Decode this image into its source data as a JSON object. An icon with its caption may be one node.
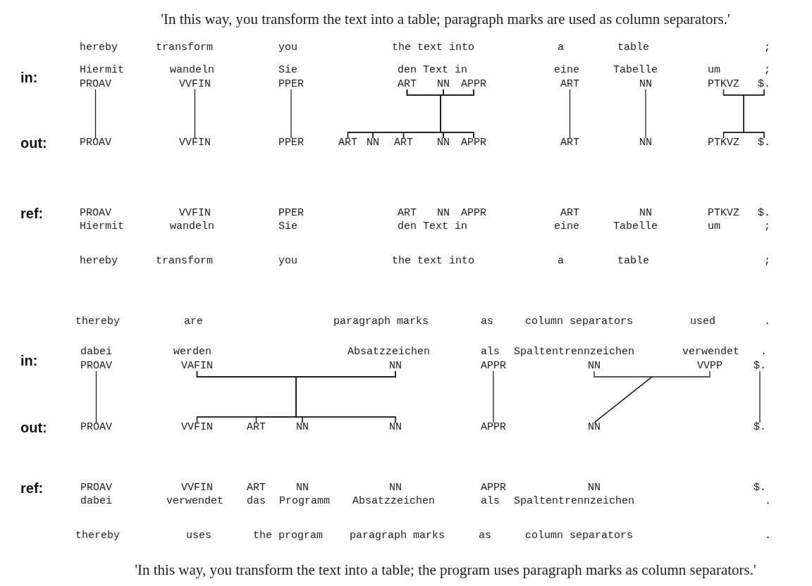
{
  "diagram": {
    "nodes": [
      {
        "text": [
          "PROAV"
        ]
      },
      {
        "text": [
          "VVFIN"
        ]
      },
      {
        "text": [
          "PPER"
        ]
      },
      {
        "text": [
          "ART"
        ]
      },
      {
        "text": [
          "NN"
        ]
      },
      {
        "text": [
          "APPR"
        ]
      },
      {
        "text": [
          "ART"
        ]
      },
      {
        "text": [
          "NN"
        ]
      },
      {
        "text": [
          "PTKVZ"
        ]
      },
      {
        "text": [
          "$."
        ]
      },
      {
        "text": [
          "PROAV"
        ]
      },
      {
        "text": [
          "VVFIN"
        ]
      },
      {
        "text": [
          "PPER"
        ]
      },
      {
        "text": [
          "ART"
        ]
      },
      {
        "text": [
          "NN"
        ]
      },
      {
        "text": [
          "ART"
        ]
      },
      {
        "text": [
          "NN"
        ]
      },
      {
        "text": [
          "APPR"
        ]
      },
      {
        "text": [
          "ART"
        ]
      },
      {
        "text": [
          "NN"
        ]
      },
      {
        "text": [
          "PTKVZ"
        ]
      },
      {
        "text": [
          "$."
        ]
      },
      {
        "text": [
          "PROAV"
        ]
      },
      {
        "text": [
          "VAFIN"
        ]
      },
      {
        "text": [
          "NN"
        ]
      },
      {
        "text": [
          "APPR"
        ]
      },
      {
        "text": [
          "NN"
        ]
      },
      {
        "text": [
          "VVPP"
        ]
      },
      {
        "text": [
          "$."
        ]
      },
      {
        "text": [
          "PROAV"
        ]
      },
      {
        "text": [
          "VVFIN"
        ]
      },
      {
        "text": [
          "ART"
        ]
      },
      {
        "text": [
          "NN"
        ]
      },
      {
        "text": [
          "NN"
        ]
      },
      {
        "text": [
          "APPR"
        ]
      },
      {
        "text": [
          "NN"
        ]
      },
      {
        "text": [
          "$."
        ]
      }
    ],
    "edges": [
      {
        "from": 0,
        "to": 10,
        "arrow": "none"
      },
      {
        "from": 1,
        "to": 11,
        "arrow": "none"
      },
      {
        "from": 2,
        "to": 12,
        "arrow": "none"
      },
      {
        "from": 3,
        "to": 13,
        "arrow": "none"
      },
      {
        "from": 3,
        "to": 14,
        "arrow": "none"
      },
      {
        "from": 3,
        "to": 15,
        "arrow": "none"
      },
      {
        "from": 3,
        "to": 16,
        "arrow": "none"
      },
      {
        "from": 3,
        "to": 17,
        "arrow": "none"
      },
      {
        "from": 4,
        "to": 13,
        "arrow": "none"
      },
      {
        "from": 4,
        "to": 14,
        "arrow": "none"
      },
      {
        "from": 4,
        "to": 15,
        "arrow": "none"
      },
      {
        "from": 4,
        "to": 16,
        "arrow": "none"
      },
      {
        "from": 4,
        "to": 17,
        "arrow": "none"
      },
      {
        "from": 5,
        "to": 13,
        "arrow": "none"
      },
      {
        "from": 5,
        "to": 14,
        "arrow": "none"
      },
      {
        "from": 5,
        "to": 15,
        "arrow": "none"
      },
      {
        "from": 5,
        "to": 16,
        "arrow": "none"
      },
      {
        "from": 5,
        "to": 17,
        "arrow": "none"
      },
      {
        "from": 6,
        "to": 18,
        "arrow": "none"
      },
      {
        "from": 7,
        "to": 19,
        "arrow": "none"
      },
      {
        "from": 8,
        "to": 20,
        "arrow": "none"
      },
      {
        "from": 8,
        "to": 21,
        "arrow": "none"
      },
      {
        "from": 9,
        "to": 20,
        "arrow": "none"
      },
      {
        "from": 9,
        "to": 21,
        "arrow": "none"
      },
      {
        "from": 22,
        "to": 29,
        "arrow": "none"
      },
      {
        "from": 23,
        "to": 30,
        "arrow": "none"
      },
      {
        "from": 23,
        "to": 31,
        "arrow": "none"
      },
      {
        "from": 23,
        "to": 32,
        "arrow": "none"
      },
      {
        "from": 23,
        "to": 33,
        "arrow": "none"
      },
      {
        "from": 24,
        "to": 30,
        "arrow": "none"
      },
      {
        "from": 24,
        "to": 31,
        "arrow": "none"
      },
      {
        "from": 24,
        "to": 32,
        "arrow": "none"
      },
      {
        "from": 24,
        "to": 33,
        "arrow": "none"
      },
      {
        "from": 25,
        "to": 34,
        "arrow": "none"
      },
      {
        "from": 26,
        "to": 35,
        "arrow": "none"
      },
      {
        "from": 27,
        "to": 35,
        "arrow": "none"
      },
      {
        "from": 28,
        "to": 36,
        "arrow": "none"
      }
    ],
    "labels": [
      "'In this way, you transform the text into a table; paragraph marks are used as column separators.'",
      "hereby",
      "transform",
      "you",
      "the text into",
      "a",
      "table",
      ";",
      "in:",
      "Hiermit",
      "wandeln",
      "Sie",
      "den Text in",
      "eine",
      "Tabelle",
      "um",
      ";",
      "out:",
      "ref:",
      "PROAV",
      "VVFIN",
      "PPER",
      "ART",
      "NN",
      "APPR",
      "ART",
      "NN",
      "PTKVZ",
      "$.",
      "Hiermit",
      "wandeln",
      "Sie",
      "den Text in",
      "eine",
      "Tabelle",
      "um",
      ";",
      "hereby",
      "transform",
      "you",
      "the text into",
      "a",
      "table",
      ";",
      "thereby",
      "are",
      "paragraph marks",
      "as",
      "column separators",
      "used",
      ".",
      "in:",
      "dabei",
      "werden",
      "Absatzzeichen",
      "als",
      "Spaltentrennzeichen",
      "verwendet",
      ".",
      "out:",
      "ref:",
      "PROAV",
      "VVFIN",
      "ART",
      "NN",
      "NN",
      "APPR",
      "NN",
      "$.",
      "dabei",
      "verwendet",
      "das",
      "Programm",
      "Absatzzeichen",
      "als",
      "Spaltentrennzeichen",
      ".",
      "thereby",
      "uses",
      "the program",
      "paragraph marks",
      "as",
      "column separators",
      ".",
      "'In this way, you transform the text into a table; the program uses paragraph marks as column separators.'"
    ]
  }
}
